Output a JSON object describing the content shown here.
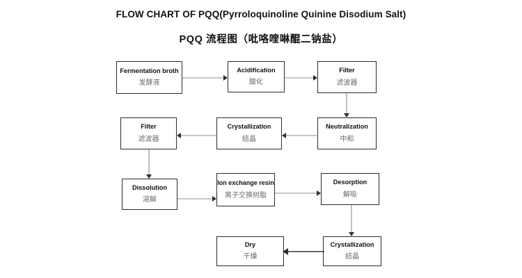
{
  "titles": {
    "english": "FLOW CHART OF PQQ(Pyrroloquinoline Quinine Disodium Salt)",
    "chinese": "PQQ 流程图（吡咯喹啉醌二钠盐）"
  },
  "colors": {
    "background": "#ffffff",
    "box_border": "#2b2b2b",
    "english_text": "#111111",
    "chinese_text": "#6a6a6a",
    "connector_line": "#8e8e8e",
    "arrowhead": "#2f2f2f"
  },
  "chart_data": {
    "type": "diagram",
    "title": "FLOW CHART OF PQQ(Pyrroloquinoline Quinine Disodium Salt)",
    "subtitle": "PQQ 流程图（吡咯喹啉醌二钠盐）",
    "layout": "serpentine-4-rows",
    "nodes": [
      {
        "id": "n1",
        "row": 1,
        "order": 1,
        "en": "Fermentation broth",
        "zh": "发酵液"
      },
      {
        "id": "n2",
        "row": 1,
        "order": 2,
        "en": "Acidification",
        "zh": "酸化"
      },
      {
        "id": "n3",
        "row": 1,
        "order": 3,
        "en": "Filter",
        "zh": "滤波器"
      },
      {
        "id": "n4",
        "row": 2,
        "order": 1,
        "en": "Neutralization",
        "zh": "中和"
      },
      {
        "id": "n5",
        "row": 2,
        "order": 2,
        "en": "Crystallization",
        "zh": "结晶"
      },
      {
        "id": "n6",
        "row": 2,
        "order": 3,
        "en": "Filter",
        "zh": "滤波器"
      },
      {
        "id": "n7",
        "row": 3,
        "order": 1,
        "en": "Dissolution",
        "zh": "溶解"
      },
      {
        "id": "n8",
        "row": 3,
        "order": 2,
        "en": "Ion exchange resin",
        "zh": "离子交换树脂"
      },
      {
        "id": "n9",
        "row": 3,
        "order": 3,
        "en": "Desorption",
        "zh": "解吸"
      },
      {
        "id": "n10",
        "row": 4,
        "order": 1,
        "en": "Crystallization",
        "zh": "结晶"
      },
      {
        "id": "n11",
        "row": 4,
        "order": 2,
        "en": "Dry",
        "zh": "干燥"
      }
    ],
    "edges": [
      {
        "from": "n1",
        "to": "n2",
        "direction": "right"
      },
      {
        "from": "n2",
        "to": "n3",
        "direction": "right"
      },
      {
        "from": "n3",
        "to": "n4",
        "direction": "down"
      },
      {
        "from": "n4",
        "to": "n5",
        "direction": "left"
      },
      {
        "from": "n5",
        "to": "n6",
        "direction": "left"
      },
      {
        "from": "n6",
        "to": "n7",
        "direction": "down"
      },
      {
        "from": "n7",
        "to": "n8",
        "direction": "right"
      },
      {
        "from": "n8",
        "to": "n9",
        "direction": "right"
      },
      {
        "from": "n9",
        "to": "n10",
        "direction": "down"
      },
      {
        "from": "n10",
        "to": "n11",
        "direction": "left"
      }
    ]
  }
}
